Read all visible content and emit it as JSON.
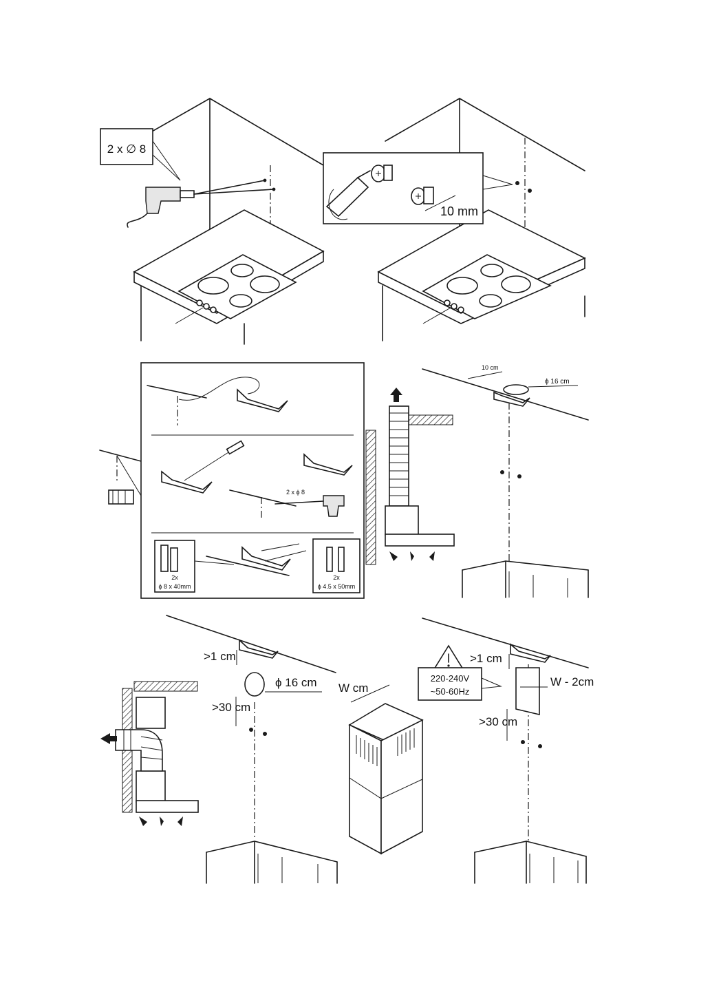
{
  "panel1": {
    "drill_label": "2 x ∅ 8"
  },
  "panel2": {
    "screw_gap_label": "10 mm"
  },
  "panel3": {
    "bracket_drill_label": "2 x ϕ 8",
    "plugs_qty": "2x",
    "plugs_size": "ϕ 8 x 40mm",
    "screws_qty": "2x",
    "screws_size": "ϕ 4.5 x 50mm"
  },
  "panel5": {
    "offset_label": "10 cm",
    "duct_label": "ϕ 16 cm"
  },
  "panel7": {
    "gap_top_label": ">1 cm",
    "duct_label": "ϕ 16 cm",
    "gap_bottom_label": ">30 cm"
  },
  "panel8": {
    "width_label": "W cm"
  },
  "panel9": {
    "gap_top_label": ">1 cm",
    "voltage_label": "220-240V",
    "frequency_label": "~50-60Hz",
    "width_label": "W - 2cm",
    "gap_bottom_label": ">30 cm"
  },
  "icons": [
    "drill-icon",
    "screwdriver-icon",
    "screw-icon",
    "wall-plug-icon",
    "warning-icon",
    "bracket-icon",
    "air-flow-arrow-icon"
  ]
}
